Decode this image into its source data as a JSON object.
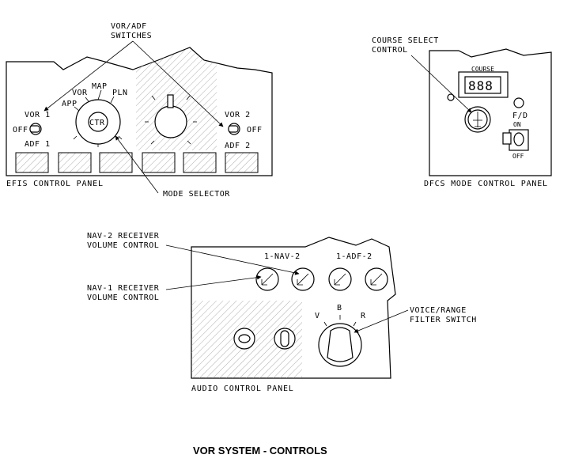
{
  "callouts": {
    "vor_adf_switches": [
      "VOR/ADF",
      "SWITCHES"
    ],
    "mode_selector": "MODE SELECTOR",
    "course_select": [
      "COURSE SELECT",
      "CONTROL"
    ],
    "nav2_volume": [
      "NAV-2 RECEIVER",
      "VOLUME CONTROL"
    ],
    "nav1_volume": [
      "NAV-1 RECEIVER",
      "VOLUME CONTROL"
    ],
    "voice_range": [
      "VOICE/RANGE",
      "FILTER SWITCH"
    ]
  },
  "efis": {
    "title": "EFIS CONTROL PANEL",
    "vor1": "VOR 1",
    "adf1": "ADF 1",
    "off_left": "OFF",
    "vor2": "VOR 2",
    "adf2": "ADF 2",
    "off_right": "OFF",
    "mode_positions": [
      "APP",
      "VOR",
      "MAP",
      "PLN"
    ],
    "knob_label": "CTR"
  },
  "dfcs": {
    "title": "DFCS MODE CONTROL PANEL",
    "course_label": "COURSE",
    "course_display": "888",
    "fd_label": "F/D",
    "on_label": "ON",
    "off_label": "OFF"
  },
  "audio": {
    "title": "AUDIO CONTROL PANEL",
    "nav_group": "1-NAV-2",
    "adf_group": "1-ADF-2",
    "filter_positions": [
      "V",
      "B",
      "R"
    ]
  },
  "caption": "VOR SYSTEM - CONTROLS"
}
